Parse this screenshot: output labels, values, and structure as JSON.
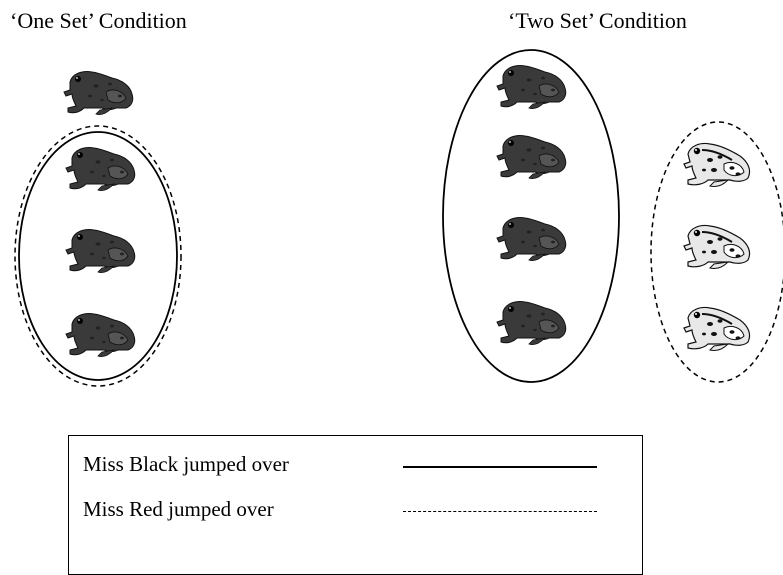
{
  "conditions": {
    "one_set": {
      "title": "‘One Set’ Condition"
    },
    "two_set": {
      "title": "‘Two Set’ Condition"
    }
  },
  "legend": {
    "black": {
      "label": "Miss Black jumped over",
      "line_style": "solid"
    },
    "red": {
      "label": "Miss Red jumped over",
      "line_style": "dashed"
    }
  },
  "colors": {
    "ink": "#000000",
    "frog_dark": "#3a3a3a",
    "frog_spotted": "#e8e8e8",
    "background": "#ffffff"
  },
  "icons": {
    "dark_frog": "frog-icon",
    "spotted_frog": "spotted-frog-icon"
  }
}
